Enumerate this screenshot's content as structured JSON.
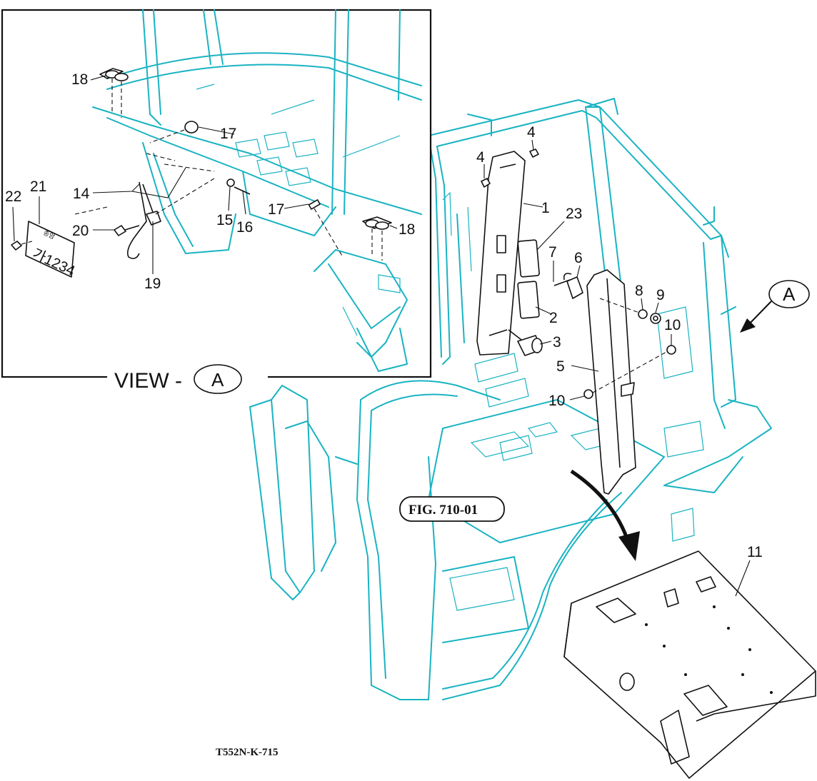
{
  "view": {
    "prefix": "VIEW -",
    "letter": "A"
  },
  "callout_letter": "A",
  "reference": "FIG. 710-01",
  "drawing_code": "T552N-K-715",
  "license_plate": {
    "top": "종암",
    "main": "가1234"
  },
  "part_numbers": {
    "p1": "1",
    "p2": "2",
    "p3": "3",
    "p4a": "4",
    "p4b": "4",
    "p5": "5",
    "p6": "6",
    "p7": "7",
    "p8": "8",
    "p9": "9",
    "p10a": "10",
    "p10b": "10",
    "p11": "11",
    "p14": "14",
    "p15": "15",
    "p16": "16",
    "p17a": "17",
    "p17b": "17",
    "p18a": "18",
    "p18b": "18",
    "p19": "19",
    "p20": "20",
    "p21": "21",
    "p22": "22",
    "p23": "23"
  },
  "colors": {
    "cab_outline": "#19b3c2",
    "parts": "#111111",
    "background": "#ffffff"
  }
}
